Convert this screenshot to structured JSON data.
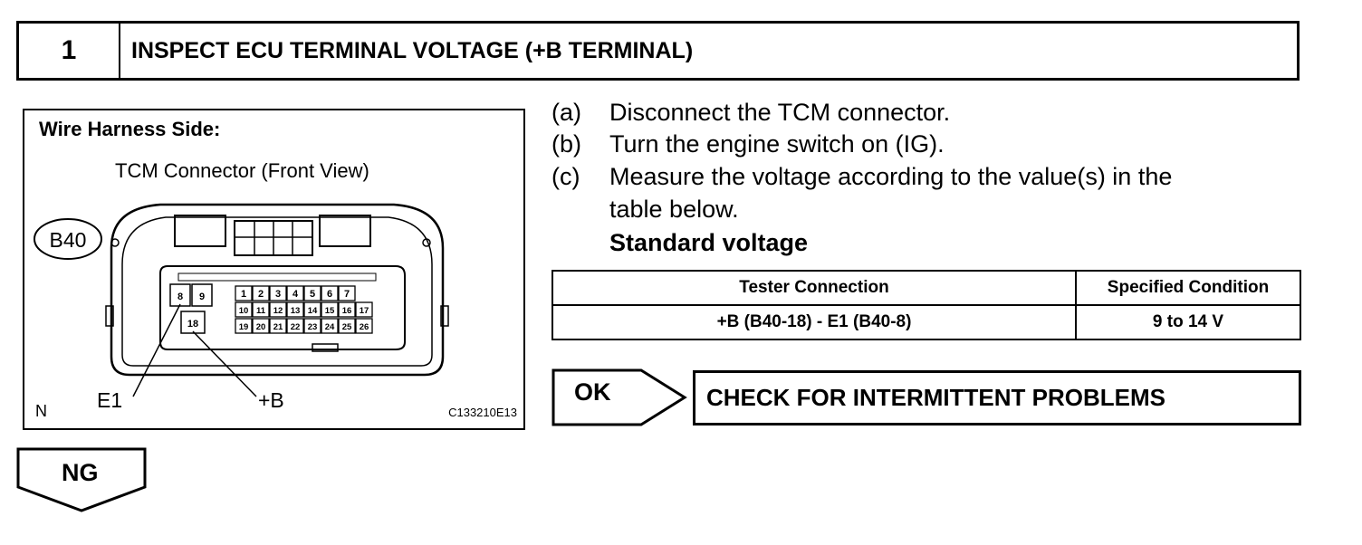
{
  "header": {
    "step_number": "1",
    "title": "INSPECT ECU TERMINAL VOLTAGE (+B TERMINAL)"
  },
  "figure": {
    "side_label": "Wire Harness Side:",
    "connector_title": "TCM Connector (Front View)",
    "connector_id": "B40",
    "pins_top": [
      "8",
      "9"
    ],
    "pins_left_bottom": [
      "18"
    ],
    "pins_row1": [
      "1",
      "2",
      "3",
      "4",
      "5",
      "6",
      "7"
    ],
    "pins_row2": [
      "10",
      "11",
      "12",
      "13",
      "14",
      "15",
      "16",
      "17"
    ],
    "pins_row3": [
      "19",
      "20",
      "21",
      "22",
      "23",
      "24",
      "25",
      "26"
    ],
    "label_e1": "E1",
    "label_b": "+B",
    "corner_label": "N",
    "figure_code": "C133210E13"
  },
  "steps": [
    {
      "label": "(a)",
      "text": "Disconnect the TCM connector."
    },
    {
      "label": "(b)",
      "text": "Turn the engine switch on (IG)."
    },
    {
      "label": "(c)",
      "text": "Measure the voltage according to the value(s) in the"
    },
    {
      "label": "",
      "text": "table below."
    }
  ],
  "standard_label": "Standard voltage",
  "table": {
    "headers": [
      "Tester Connection",
      "Specified Condition"
    ],
    "rows": [
      [
        "+B (B40-18) - E1 (B40-8)",
        "9 to 14 V"
      ]
    ]
  },
  "ok_label": "OK",
  "ok_result": "CHECK FOR INTERMITTENT PROBLEMS",
  "ng_label": "NG"
}
